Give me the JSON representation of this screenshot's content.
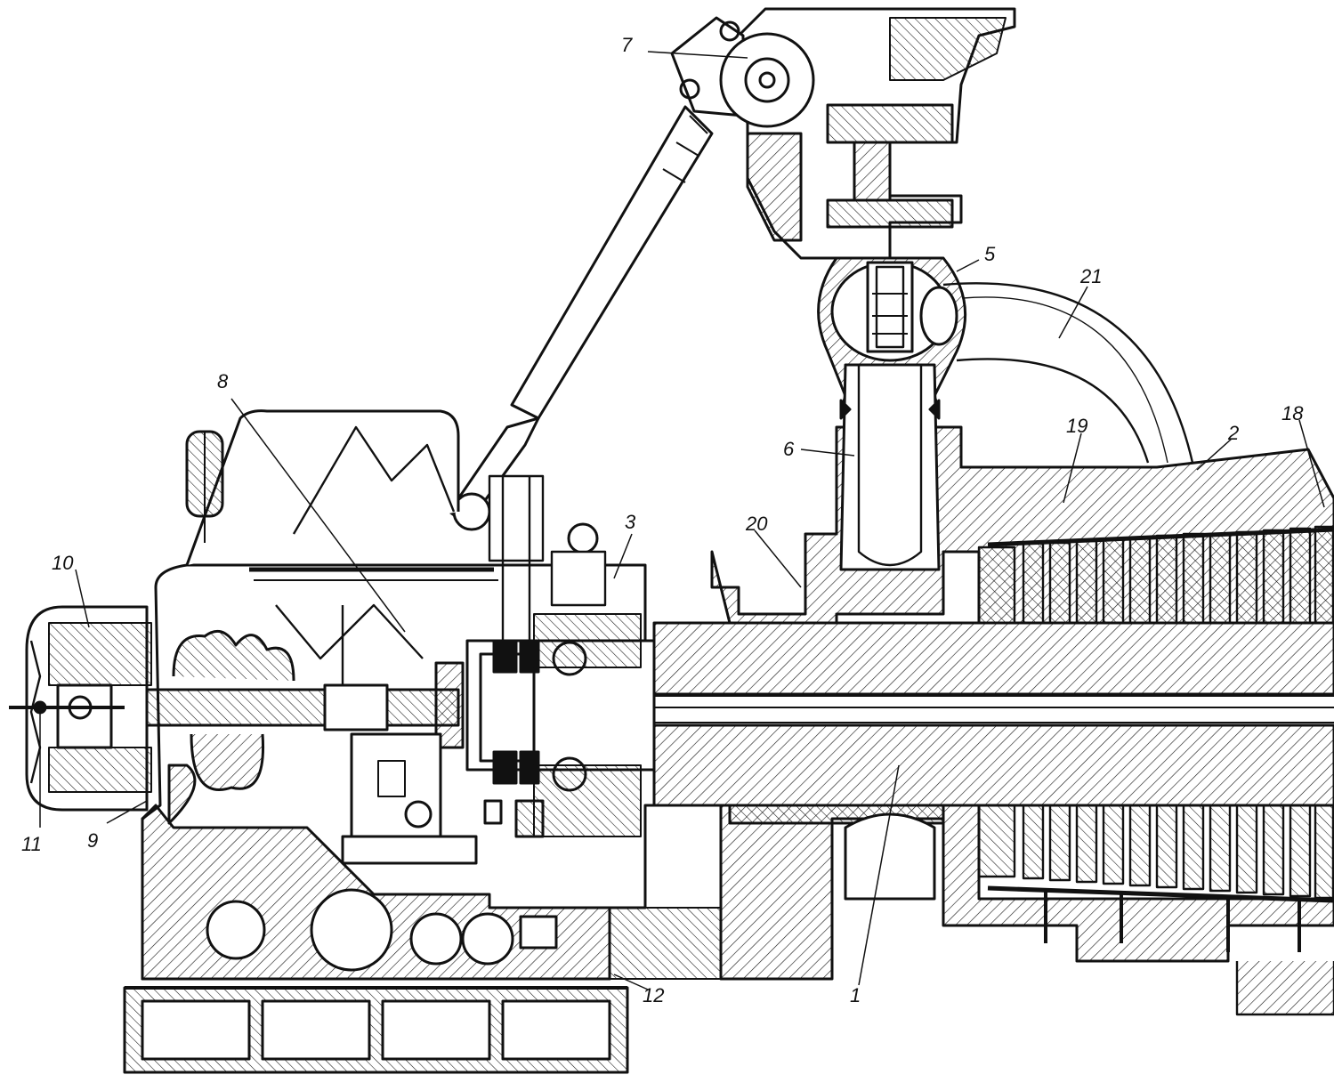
{
  "labels": {
    "l1": "1",
    "l2": "2",
    "l3": "3",
    "l5": "5",
    "l6": "6",
    "l7": "7",
    "l8": "8",
    "l9": "9",
    "l10": "10",
    "l11": "11",
    "l12": "12",
    "l18": "18",
    "l19": "19",
    "l20": "20",
    "l21": "21"
  },
  "colors": {
    "ink": "#111111",
    "paper": "#ffffff"
  }
}
